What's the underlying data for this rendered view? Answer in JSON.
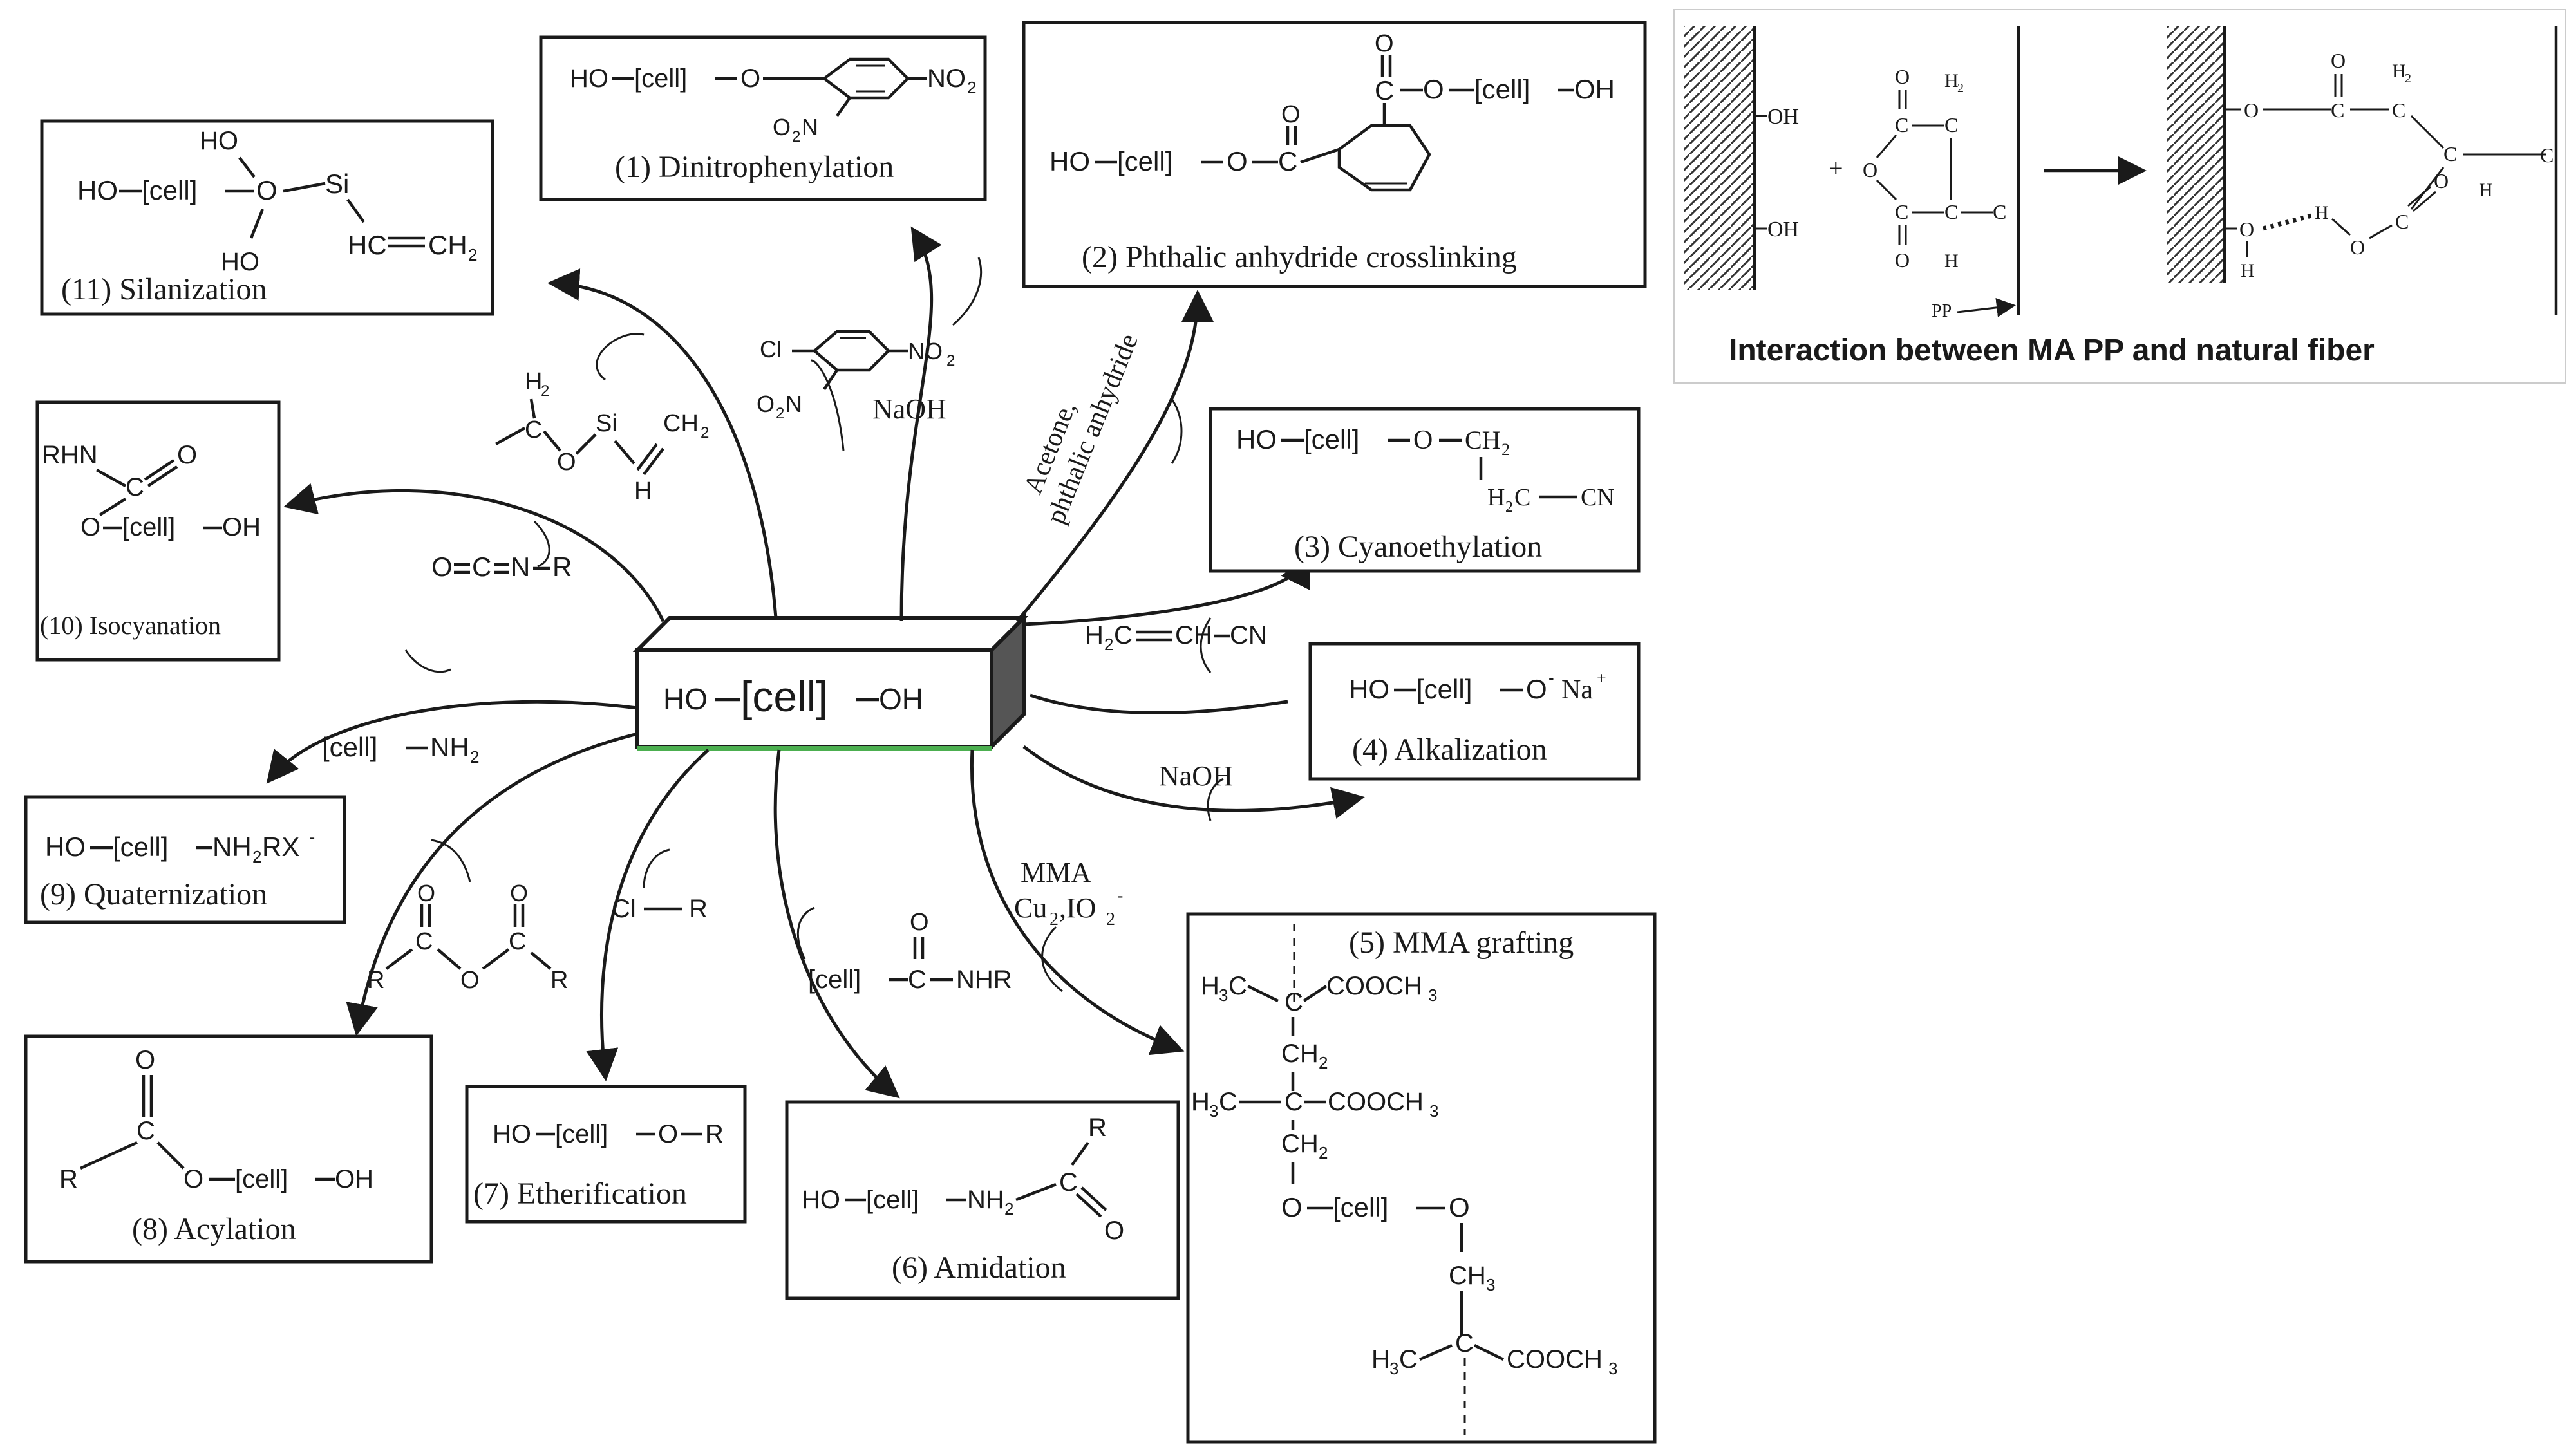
{
  "center": {
    "left": "HO",
    "cell": "[cell]",
    "right": "OH"
  },
  "reactions": [
    {
      "id": 1,
      "name": "(1) Dinitrophenylation",
      "product": {
        "a": "HO",
        "cell": "[cell]",
        "o": "O",
        "no2a": "NO",
        "sub2": "2",
        "no2b": "O",
        "no2bN": "2N"
      },
      "reagent": {
        "cl": "Cl",
        "no2a": "NO",
        "no2b": "O",
        "no2bN": "2N",
        "sub2": "2",
        "base": "NaOH"
      }
    },
    {
      "id": 2,
      "name": "(2) Phthalic anhydride crosslinking",
      "product": {
        "ho": "HO",
        "cell": "[cell]",
        "o": "O",
        "c": "C",
        "oh": "OH"
      },
      "reagent": {
        "line1": "Acetone,",
        "line2": "phthalic anhydride"
      }
    },
    {
      "id": 3,
      "name": "(3) Cyanoethylation",
      "product": {
        "ho": "HO",
        "cell": "[cell]",
        "o": "O",
        "ch2": "CH",
        "h2c": "H",
        "c": "C",
        "cn": "CN",
        "sub2": "2"
      },
      "reagent": {
        "text": "H2C=CH-CN",
        "h2c": "H",
        "c": "C",
        "ch": "CH",
        "cn": "CN",
        "sub2": "2"
      }
    },
    {
      "id": 4,
      "name": "(4) Alkalization",
      "product": {
        "ho": "HO",
        "cell": "[cell]",
        "o": "O",
        "na": "Na"
      },
      "reagent": {
        "text": "NaOH"
      }
    },
    {
      "id": 5,
      "name": "(5) MMA grafting",
      "product": {
        "h3c": "H",
        "c": "C",
        "cooch": "COOCH",
        "ch": "CH",
        "o": "O",
        "cell": "[cell]",
        "sub2": "2",
        "sub3": "3"
      },
      "reagent": {
        "line1": "MMA",
        "cu": "Cu",
        "io": ",IO",
        "sub2": "2"
      }
    },
    {
      "id": 6,
      "name": "(6) Amidation",
      "product": {
        "ho": "HO",
        "cell": "[cell]",
        "nh": "NH",
        "c": "C",
        "r": "R",
        "o": "O",
        "sub2": "2"
      },
      "reagent": {
        "cell": "[cell]",
        "c": "C",
        "nhr": "NHR",
        "o": "O"
      }
    },
    {
      "id": 7,
      "name": "(7) Etherification",
      "product": {
        "ho": "HO",
        "cell": "[cell]",
        "o": "O",
        "r": "R"
      },
      "reagent": {
        "cl": "Cl",
        "r": "R"
      }
    },
    {
      "id": 8,
      "name": "(8) Acylation",
      "product": {
        "r": "R",
        "c": "C",
        "o": "O",
        "cell": "[cell]",
        "oh": "OH"
      },
      "reagent": {
        "r": "R",
        "c": "C",
        "o": "O"
      }
    },
    {
      "id": 9,
      "name": "(9) Quaternization",
      "product": {
        "ho": "HO",
        "cell": "[cell]",
        "nh": "NH",
        "rx": "RX",
        "sub2": "2"
      },
      "reagent": {
        "cell": "[cell]",
        "nh": "NH",
        "sub2": "2"
      }
    },
    {
      "id": 10,
      "name": "(10) Isocyanation",
      "product": {
        "rhn": "RHN",
        "c": "C",
        "o": "O",
        "cell": "[cell]",
        "oh": "OH"
      },
      "reagent": {
        "text": "O=C=N-R",
        "o": "O",
        "c": "C",
        "n": "N",
        "r": "R"
      }
    },
    {
      "id": 11,
      "name": "(11) Silanization",
      "product": {
        "ho": "HO",
        "cell": "[cell]",
        "o": "O",
        "si": "Si",
        "hc": "HC",
        "ch": "CH",
        "sub2": "2"
      },
      "reagent": {
        "h": "H",
        "o": "O",
        "si": "Si",
        "c": "C",
        "ch": "CH",
        "sub2": "2"
      }
    }
  ],
  "ma_pp": {
    "caption": "Interaction between MA PP and natural fiber",
    "oh": "OH",
    "h": "H",
    "o": "O",
    "c": "C",
    "pp": "PP",
    "plus": "+",
    "sub2": "2"
  }
}
